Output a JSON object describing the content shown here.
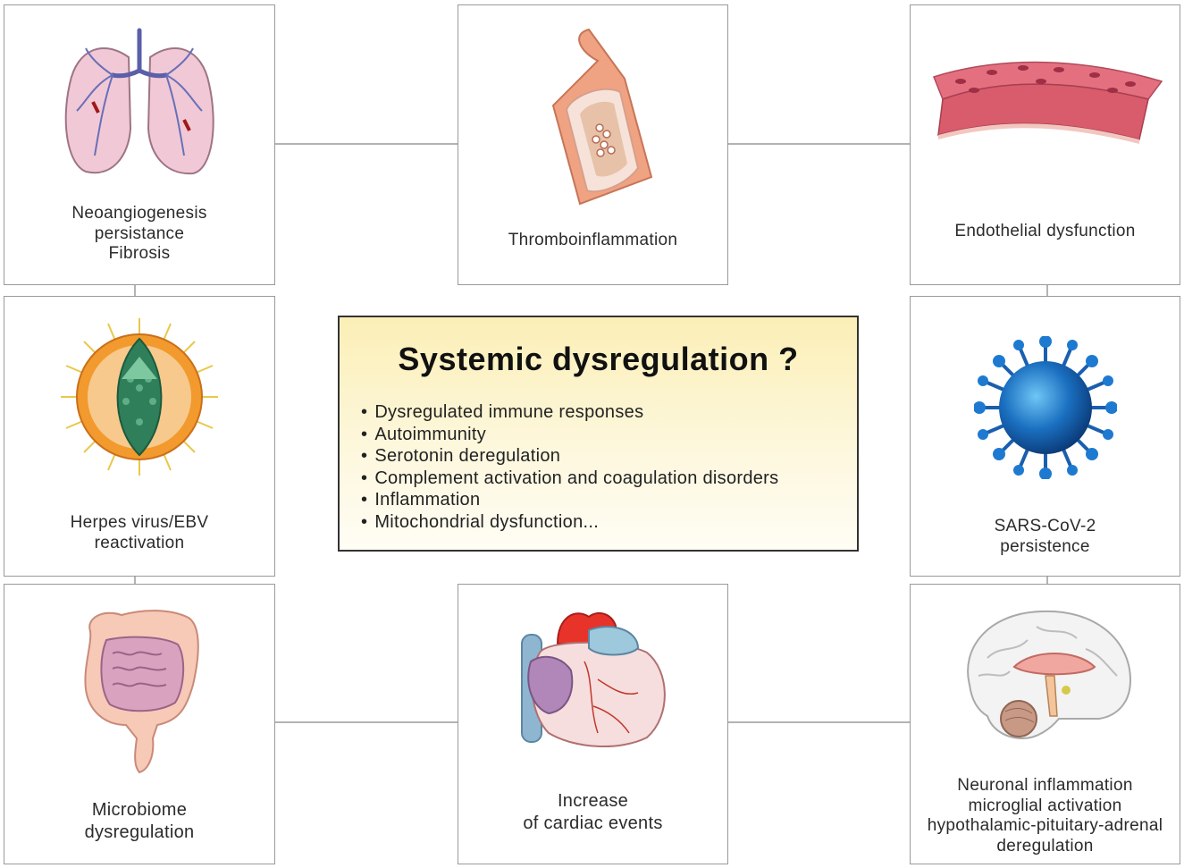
{
  "center": {
    "title": "Systemic dysregulation ?",
    "items": [
      "Dysregulated immune responses",
      "Autoimmunity",
      "Serotonin deregulation",
      "Complement activation and coagulation disorders",
      "Inflammation",
      "Mitochondrial dysfunction..."
    ]
  },
  "panels": {
    "lungs": {
      "icon": "lungs-icon",
      "lines": [
        "Neoangiogenesis",
        "persistance",
        "Fibrosis"
      ]
    },
    "vessel": {
      "icon": "blood-vessel-clot-icon",
      "lines": [
        "Thromboinflammation"
      ]
    },
    "endothelium": {
      "icon": "endothelium-tissue-icon",
      "lines": [
        "Endothelial dysfunction"
      ]
    },
    "herpes": {
      "icon": "herpes-virus-icon",
      "lines": [
        "Herpes virus/EBV",
        "reactivation"
      ]
    },
    "sars": {
      "icon": "coronavirus-icon",
      "lines": [
        "SARS-CoV-2",
        "persistence"
      ]
    },
    "gut": {
      "icon": "intestine-icon",
      "lines": [
        "Microbiome",
        "dysregulation"
      ]
    },
    "heart": {
      "icon": "heart-icon",
      "lines": [
        "Increase",
        "of cardiac events"
      ]
    },
    "brain": {
      "icon": "brain-icon",
      "lines": [
        "Neuronal inflammation",
        "microglial activation",
        "hypothalamic-pituitary-adrenal",
        "deregulation"
      ]
    }
  },
  "colors": {
    "panel_border": "#9a9a9a",
    "connector": "#9a9a9a",
    "center_gradient_top": "#fbefb6",
    "center_border": "#333333"
  }
}
